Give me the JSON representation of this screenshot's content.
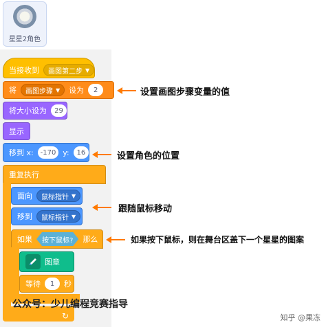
{
  "sprite": {
    "name": "星星2角色",
    "thumbnail_icon": "star-sprite-icon"
  },
  "blocks": {
    "when_receive": {
      "label": "当接收到",
      "message": "画图第二步"
    },
    "set_var": {
      "prefix": "将",
      "variable": "画图步骤",
      "mid": "设为",
      "value": "2"
    },
    "set_size": {
      "label": "将大小设为",
      "value": "29"
    },
    "show": {
      "label": "显示"
    },
    "goto_xy": {
      "label": "移到 x:",
      "x": "-170",
      "y_label": "y:",
      "y": "16"
    },
    "forever": {
      "label": "重复执行"
    },
    "point_towards": {
      "label": "面向",
      "target": "鼠标指针"
    },
    "goto": {
      "label": "移到",
      "target": "鼠标指针"
    },
    "if_block": {
      "if_label": "如果",
      "condition": "按下鼠标?",
      "then_label": "那么"
    },
    "stamp": {
      "label": "图章"
    },
    "wait": {
      "label": "等待",
      "value": "1",
      "unit": "秒"
    }
  },
  "annotations": {
    "set_var_note": "设置画图步骤变量的值",
    "position_note": "设置角色的位置",
    "follow_note": "跟随鼠标移动",
    "stamp_note": "如果按下鼠标，则在舞台区盖下一个星星的图案"
  },
  "watermark": "公众号：少儿编程竞赛指导",
  "credit": "知乎 @果冻",
  "colors": {
    "events": "#ffbf00",
    "variables": "#ff8c1a",
    "looks": "#9966ff",
    "motion": "#4c97ff",
    "control": "#ffab19",
    "pen": "#0fbd8c",
    "annotation": "#ff7a00"
  }
}
